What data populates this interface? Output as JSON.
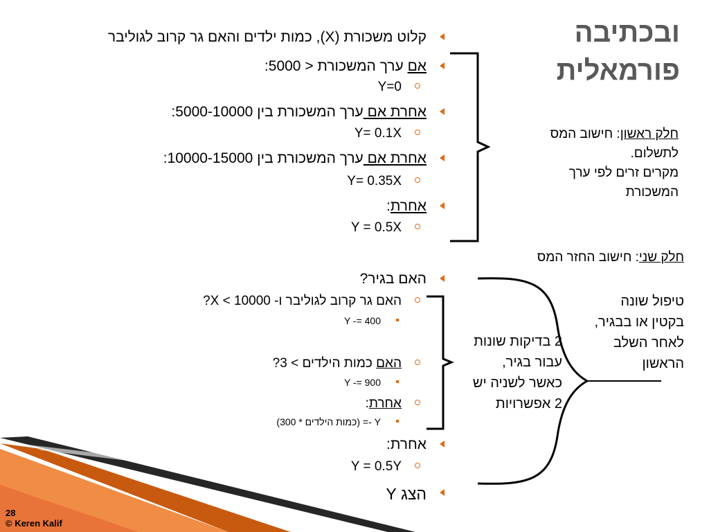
{
  "title_line1": "ובכתיבה",
  "title_line2": "פורמאלית",
  "bullets": [
    {
      "text": "קלוט משכורת (X), כמות ילדים והאם גר קרוב לגוליבר"
    },
    {
      "u": "אם",
      "text": " ערך המשכורת < 5000:"
    },
    {
      "sub": "Y=0"
    },
    {
      "u": "אחרת אם ",
      "text": "ערך המשכורת בין 5000-10000:"
    },
    {
      "sub": "Y= 0.1X"
    },
    {
      "u": "אחרת אם ",
      "text": "ערך המשכורת בין 10000-15000:"
    },
    {
      "sub": "Y= 0.35X"
    },
    {
      "u": "אחרת",
      "text": ":"
    },
    {
      "sub": "Y = 0.5X"
    }
  ],
  "part1": {
    "label": "חלק ראשון",
    "line1_rest": ": חישוב המס",
    "line2": "לתשלום.",
    "line3": "מקרים זרים לפי ערך",
    "line4": "המשכורת"
  },
  "part2": {
    "label": "חלק שני",
    "rest": ": חישוב החזר המס"
  },
  "adult": {
    "question": "האם בגיר?",
    "q1": "האם גר קרוב לגוליבר ו- X < 10000?",
    "a1": "Y -= 400",
    "q2_u": "האם",
    "q2_rest": " כמות הילדים > 3?",
    "a2": "Y -= 900",
    "else_u": "אחרת",
    "else_rest": ":",
    "a3": "Y -= (כמות הילדים * 300)",
    "else2": "אחרת:",
    "a4": "Y = 0.5Y",
    "show": "הצג Y"
  },
  "middle_note": [
    "2 בדיקות שונות",
    "עבור בגיר,",
    "כאשר לשניה יש",
    "2 אפשרויות"
  ],
  "right_note": [
    "טיפול שונה",
    "בקטין או בבגיר,",
    "לאחר השלב",
    "הראשון"
  ],
  "footer": {
    "page": "28",
    "copyright": "© Keren Kalif"
  },
  "colors": {
    "accent": "#e06a12",
    "title": "#595959"
  }
}
